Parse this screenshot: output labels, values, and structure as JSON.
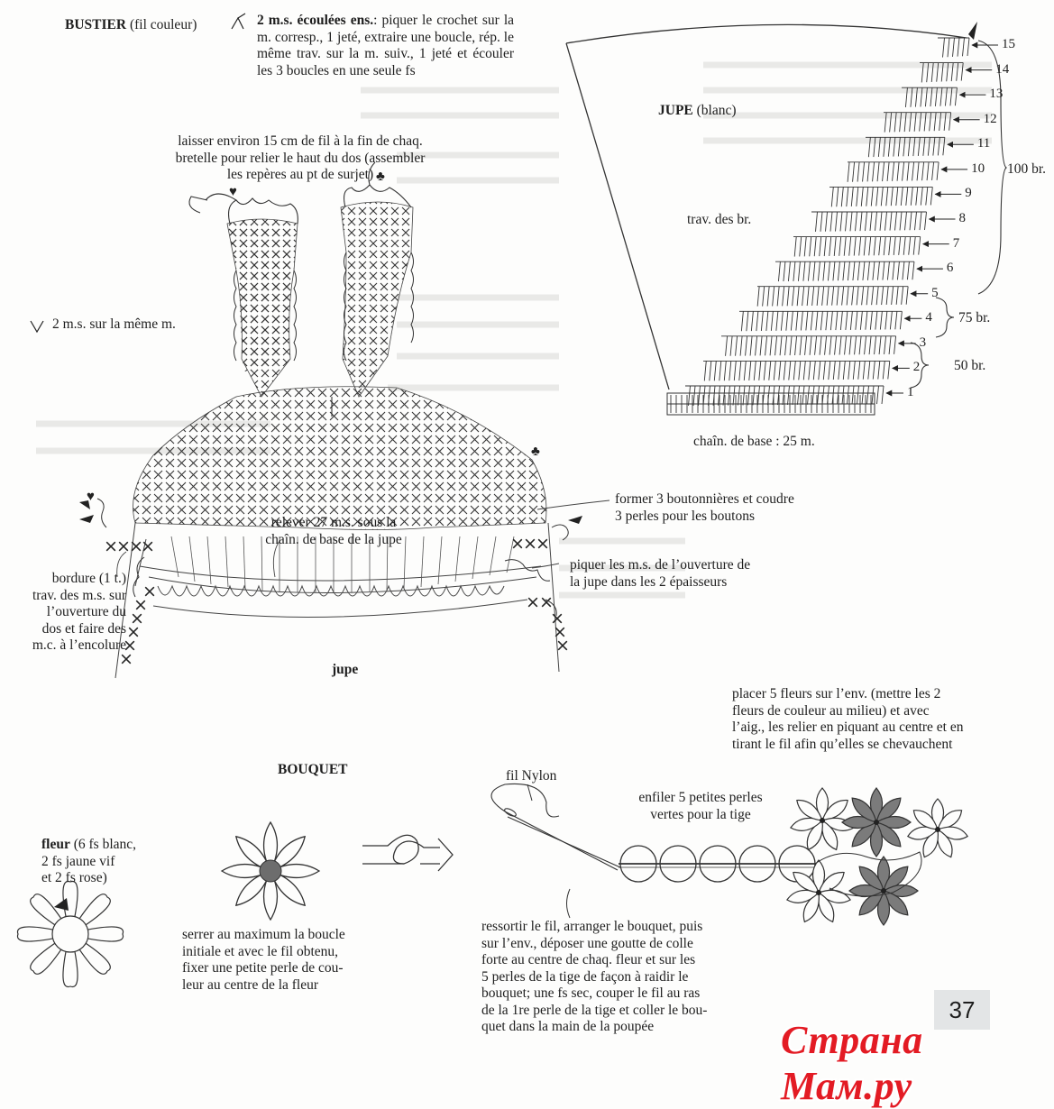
{
  "colors": {
    "ink": "#1e1e1e",
    "flower_dark": "#7b7b7b",
    "bead_center": "#6d6d6d",
    "page_badge": "#e3e5e6",
    "watermark": "#e31b24"
  },
  "bustier": {
    "title_bold": "BUSTIER",
    "title_rest": " (fil couleur)",
    "legend1_bold": "2 m.s. écoulées ens.",
    "legend1_text": ": piquer le crochet sur la m. corresp., 1 jeté, extraire une boucle, rép. le même trav. sur la m. suiv., 1 jeté et écouler les 3 boucles en une seule fs",
    "note_strap": "laisser environ 15 cm de fil à la fin de chaq.\nbretelle pour relier le haut du dos (assembler\nles repères au pt de surjet)",
    "legend2": "2 m.s. sur la même m.",
    "note_raise": "relever 27 m.s. sous la\nchaîn. de base de la jupe",
    "note_border": "bordure (1 t.)\ntrav. des m.s. sur\nl’ouverture du\ndos et faire des\nm.c. à l’encolure",
    "label_jupe": "jupe",
    "note_buttons": "former 3 boutonnières et coudre\n3 perles pour les boutons",
    "note_pierce": "piquer les m.s. de l’ouverture de\nla jupe dans les 2 épaisseurs"
  },
  "jupe": {
    "title_bold": "JUPE",
    "title_rest": " (blanc)",
    "label_trav": "trav. des br.",
    "label_base": "chaîn. de base : 25 m.",
    "rows": [
      "1",
      "2",
      "3",
      "4",
      "5",
      "6",
      "7",
      "8",
      "9",
      "10",
      "11",
      "12",
      "13",
      "14",
      "15"
    ],
    "brace_50": "50 br.",
    "brace_75": "75 br.",
    "brace_100": "100 br."
  },
  "bouquet": {
    "title": "BOUQUET",
    "fleur_bold": "fleur",
    "fleur_rest": " (6 fs blanc,\n2 fs jaune vif\net 2 fs rose)",
    "note_tighten": "serrer au maximum la boucle\ninitiale et avec le fil obtenu,\nfixer une petite perle de cou-\nleur au centre de la fleur",
    "label_nylon": "fil Nylon",
    "note_thread": "enfiler 5 petites perles\nvertes pour la tige",
    "note_place": "placer 5 fleurs sur l’env. (mettre les 2\nfleurs de couleur au milieu) et avec\nl’aig., les relier en piquant au centre et en\ntirant le fil afin qu’elles se chevauchent",
    "note_finish": "ressortir le fil, arranger le bouquet, puis\nsur l’env., déposer une goutte de colle\nforte au centre de chaq. fleur et sur les\n5 perles de la tige de façon à raidir le\nbouquet; une fs sec, couper le fil au ras\nde la 1re perle de la tige et coller le bou-\nquet dans la main de la poupée"
  },
  "page_number": "37",
  "watermark": "Страна Мам.ру"
}
